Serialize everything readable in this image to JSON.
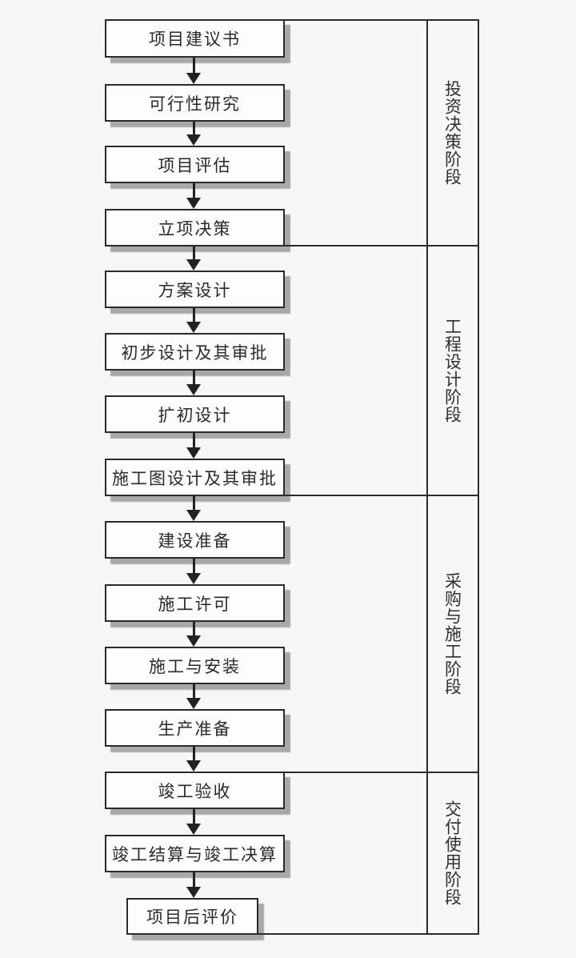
{
  "diagram": {
    "title_implicit": "construction-project-lifecycle-flowchart",
    "colors": {
      "line": "#2b2b2b",
      "box_fill": "#fdfdfc",
      "shadow": "#a8a8a6",
      "background": "#f7f7f5",
      "text": "#2a2a2a"
    }
  },
  "flow": {
    "boxes": [
      {
        "label": "项目建议书"
      },
      {
        "label": "可行性研究"
      },
      {
        "label": "项目评估"
      },
      {
        "label": "立项决策"
      },
      {
        "label": "方案设计"
      },
      {
        "label": "初步设计及其审批"
      },
      {
        "label": "扩初设计"
      },
      {
        "label": "施工图设计及其审批"
      },
      {
        "label": "建设准备"
      },
      {
        "label": "施工许可"
      },
      {
        "label": "施工与安装"
      },
      {
        "label": "生产准备"
      },
      {
        "label": "竣工验收"
      },
      {
        "label": "竣工结算与竣工决算"
      },
      {
        "label": "项目后评价"
      }
    ]
  },
  "phases": [
    {
      "label": "投资决策阶段"
    },
    {
      "label": "工程设计阶段"
    },
    {
      "label": "采购与施工阶段"
    },
    {
      "label": "交付使用阶段"
    }
  ]
}
